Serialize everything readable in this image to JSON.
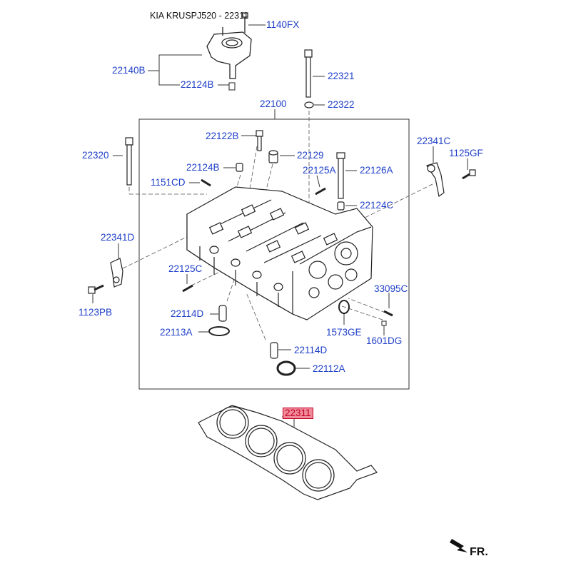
{
  "header": {
    "title": "KIA KRUSPJ520 - 22311"
  },
  "colors": {
    "label": "#1e3fc8",
    "highlight_bg": "#f08a9a",
    "highlight_border": "#c00020",
    "line": "#333333"
  },
  "parts": [
    {
      "id": "p_1140FX",
      "code": "1140FX"
    },
    {
      "id": "p_22140B",
      "code": "22140B"
    },
    {
      "id": "p_22124B_top",
      "code": "22124B"
    },
    {
      "id": "p_22321",
      "code": "22321"
    },
    {
      "id": "p_22322",
      "code": "22322"
    },
    {
      "id": "p_22100",
      "code": "22100"
    },
    {
      "id": "p_22122B",
      "code": "22122B"
    },
    {
      "id": "p_22129",
      "code": "22129"
    },
    {
      "id": "p_22320",
      "code": "22320"
    },
    {
      "id": "p_22124B_mid",
      "code": "22124B"
    },
    {
      "id": "p_22125A",
      "code": "22125A"
    },
    {
      "id": "p_22126A",
      "code": "22126A"
    },
    {
      "id": "p_1151CD",
      "code": "1151CD"
    },
    {
      "id": "p_22124C",
      "code": "22124C"
    },
    {
      "id": "p_22341C",
      "code": "22341C"
    },
    {
      "id": "p_1125GF",
      "code": "1125GF"
    },
    {
      "id": "p_22341D",
      "code": "22341D"
    },
    {
      "id": "p_22125C",
      "code": "22125C"
    },
    {
      "id": "p_1123PB",
      "code": "1123PB"
    },
    {
      "id": "p_33095C",
      "code": "33095C"
    },
    {
      "id": "p_22114D_a",
      "code": "22114D"
    },
    {
      "id": "p_22113A",
      "code": "22113A"
    },
    {
      "id": "p_1573GE",
      "code": "1573GE"
    },
    {
      "id": "p_1601DG",
      "code": "1601DG"
    },
    {
      "id": "p_22114D_b",
      "code": "22114D"
    },
    {
      "id": "p_22112A",
      "code": "22112A"
    },
    {
      "id": "p_22311",
      "code": "22311",
      "highlighted": true
    }
  ],
  "direction": {
    "label": "FR."
  }
}
